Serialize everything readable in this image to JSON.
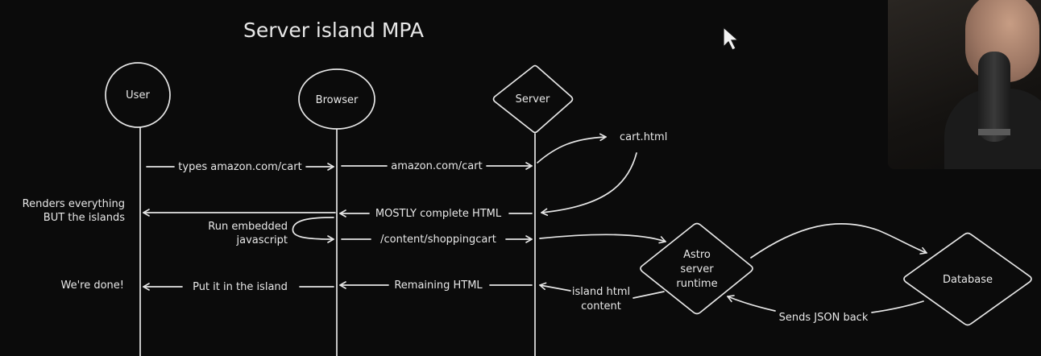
{
  "title": "Server island MPA",
  "nodes": {
    "user": "User",
    "browser": "Browser",
    "server": "Server",
    "runtime": [
      "Astro",
      "server",
      "runtime"
    ],
    "database": "Database"
  },
  "messages": {
    "types_url": "types amazon.com/cart",
    "request_url": "amazon.com/cart",
    "cart_file": "cart.html",
    "mostly_complete": "MOSTLY complete HTML",
    "renders": [
      "Renders everything",
      "BUT the islands"
    ],
    "run_js": [
      "Run embedded",
      "javascript"
    ],
    "shopping_cart": "/content/shoppingcart",
    "remaining_html": "Remaining HTML",
    "island_content": [
      "island html",
      "content"
    ],
    "put_in_island": "Put it in the island",
    "done": "We're done!",
    "sends_json": "Sends JSON back"
  },
  "webcam": {
    "icon": "presenter-video"
  }
}
